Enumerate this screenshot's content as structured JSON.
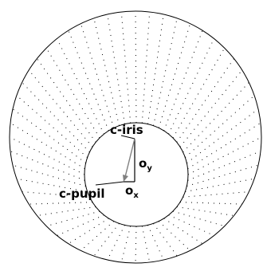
{
  "diagram": {
    "labels": {
      "iris_center": "c-iris",
      "pupil_center": "c-pupil",
      "offset_y": "o",
      "offset_y_sub": "y",
      "offset_x": "o",
      "offset_x_sub": "x"
    },
    "colors": {
      "stroke": "#000000",
      "arrow": "#808080",
      "background": "#ffffff"
    }
  }
}
